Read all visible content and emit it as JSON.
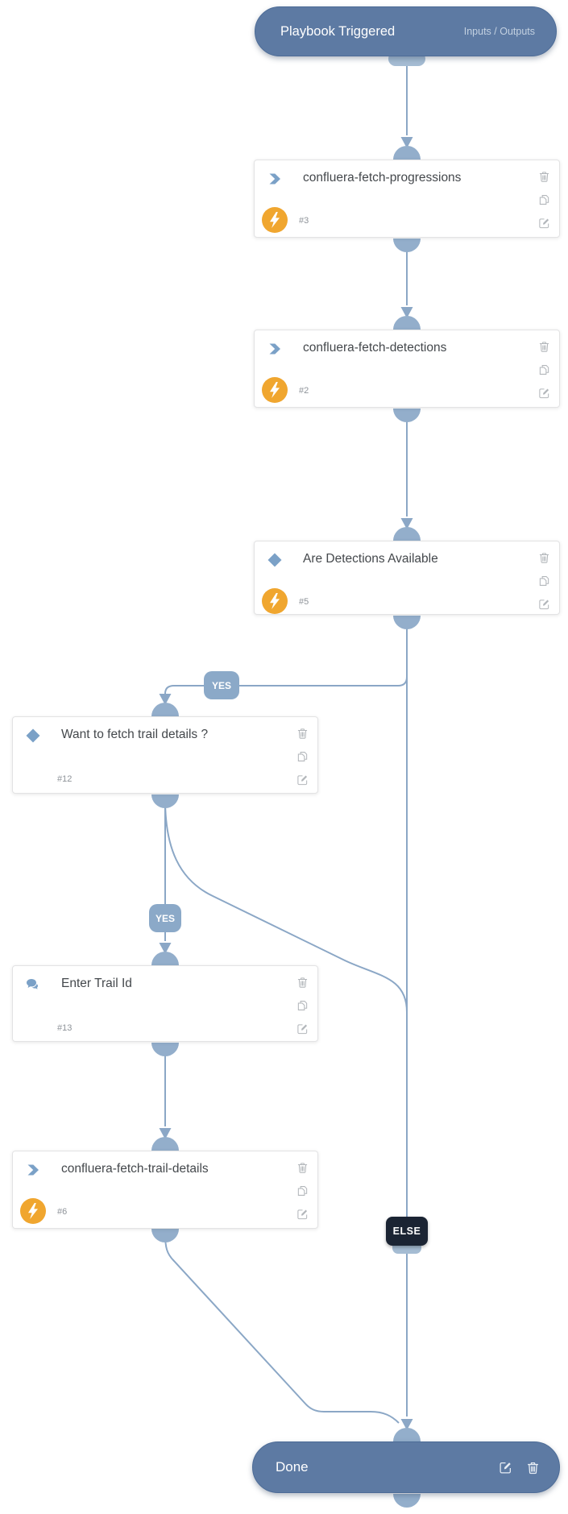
{
  "trigger": {
    "label": "Playbook Triggered",
    "inputs_outputs": "Inputs / Outputs"
  },
  "nodes": [
    {
      "title": "confluera-fetch-progressions",
      "number": "#3",
      "type": "action"
    },
    {
      "title": "confluera-fetch-detections",
      "number": "#2",
      "type": "action"
    },
    {
      "title": "Are Detections Available",
      "number": "#5",
      "type": "decision"
    },
    {
      "title": "Want to fetch trail details ?",
      "number": "#12",
      "type": "decision"
    },
    {
      "title": "Enter Trail Id",
      "number": "#13",
      "type": "prompt"
    },
    {
      "title": "confluera-fetch-trail-details",
      "number": "#6",
      "type": "action"
    }
  ],
  "badges": {
    "yes_top": "YES",
    "yes_bottom": "YES",
    "else_label": "ELSE"
  },
  "done": {
    "label": "Done"
  },
  "icons": {
    "action": "chevron-icon",
    "decision": "diamond-icon",
    "prompt": "chat-icon",
    "automation": "lightning-icon",
    "node_actions": [
      "trash-icon",
      "copy-icon",
      "edit-icon"
    ],
    "done_actions": [
      "edit-icon",
      "trash-icon"
    ]
  },
  "colors": {
    "terminal_pill": "#5d7aa3",
    "connector": "#8ba7c6",
    "connector_stub": "#93aecb",
    "badge_yes": "#8ba9c8",
    "badge_else": "#1b2433",
    "lightning": "#f0a62f",
    "type_icon": "#7ba1c7",
    "card_border": "#e3e3e4",
    "title_text": "#44484c",
    "number_text": "#8e9399"
  }
}
